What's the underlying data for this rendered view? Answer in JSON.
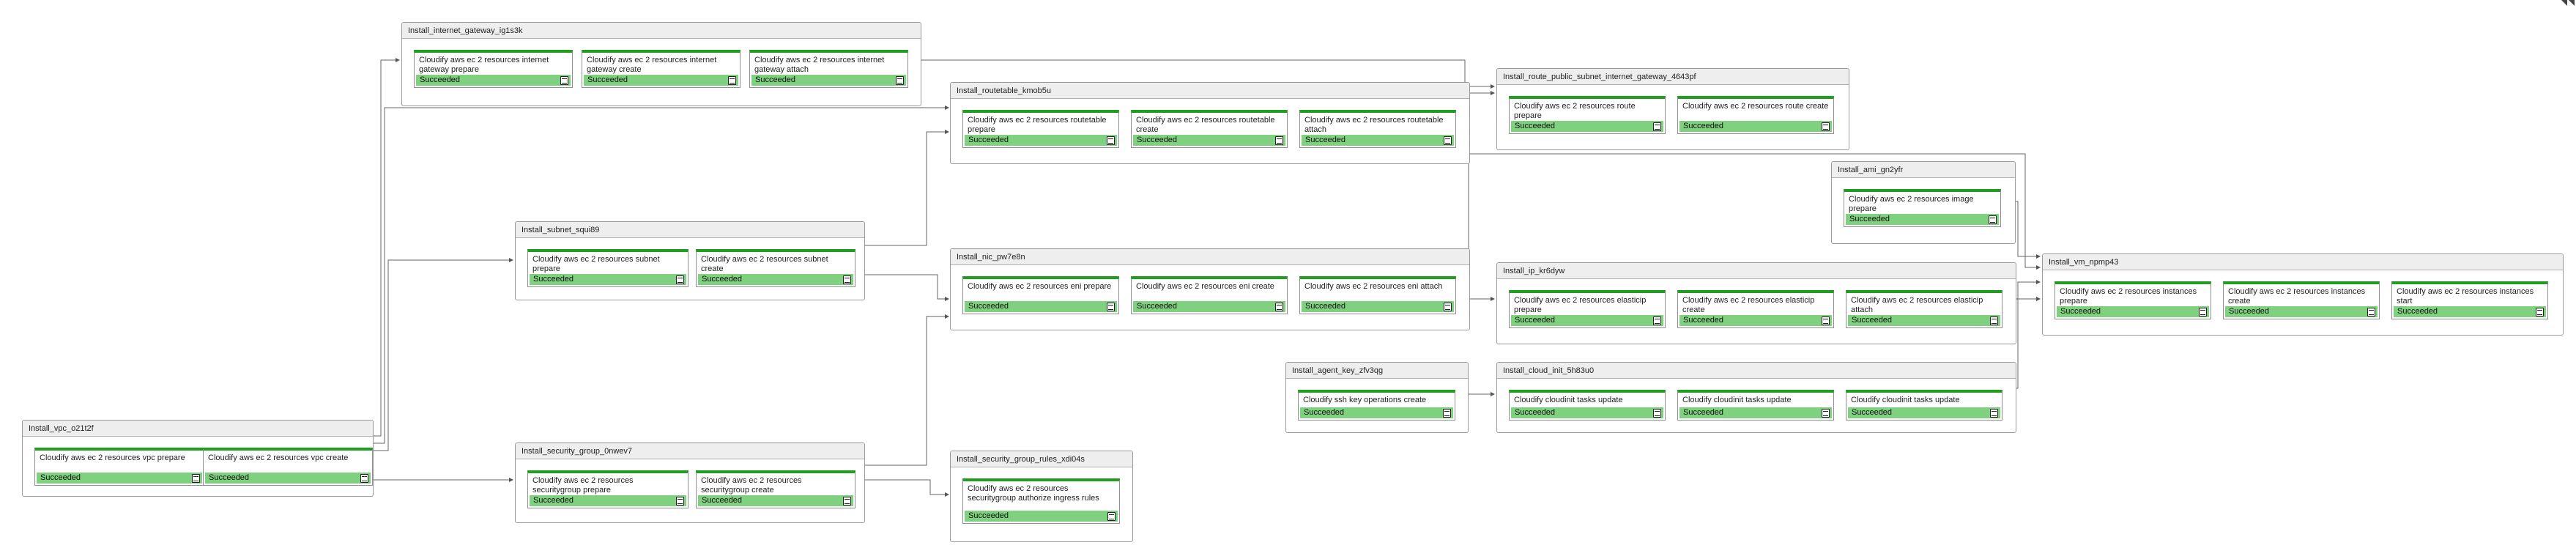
{
  "status_label": "Succeeded",
  "groups": [
    {
      "id": "vpc",
      "name": "Install_vpc_o21t2f",
      "tasks": [
        "Cloudify aws ec 2 resources vpc prepare",
        "Cloudify aws ec 2 resources vpc create"
      ]
    },
    {
      "id": "igw",
      "name": "Install_internet_gateway_ig1s3k",
      "tasks": [
        "Cloudify aws ec 2 resources internet gateway prepare",
        "Cloudify aws ec 2 resources internet gateway create",
        "Cloudify aws ec 2 resources internet gateway attach"
      ]
    },
    {
      "id": "subnet",
      "name": "Install_subnet_squi89",
      "tasks": [
        "Cloudify aws ec 2 resources subnet prepare",
        "Cloudify aws ec 2 resources subnet create"
      ]
    },
    {
      "id": "sg",
      "name": "Install_security_group_0nwev7",
      "tasks": [
        "Cloudify aws ec 2 resources securitygroup prepare",
        "Cloudify aws ec 2 resources securitygroup create"
      ]
    },
    {
      "id": "rt",
      "name": "Install_routetable_kmob5u",
      "tasks": [
        "Cloudify aws ec 2 resources routetable prepare",
        "Cloudify aws ec 2 resources routetable create",
        "Cloudify aws ec 2 resources routetable attach"
      ]
    },
    {
      "id": "nic",
      "name": "Install_nic_pw7e8n",
      "tasks": [
        "Cloudify aws ec 2 resources eni prepare",
        "Cloudify aws ec 2 resources eni create",
        "Cloudify aws ec 2 resources eni attach"
      ]
    },
    {
      "id": "sgr",
      "name": "Install_security_group_rules_xdi04s",
      "tasks": [
        "Cloudify aws ec 2 resources securitygroup authorize ingress rules"
      ]
    },
    {
      "id": "route",
      "name": "Install_route_public_subnet_internet_gateway_4643pf",
      "tasks": [
        "Cloudify aws ec 2 resources route prepare",
        "Cloudify aws ec 2 resources route create"
      ]
    },
    {
      "id": "ip",
      "name": "Install_ip_kr6dyw",
      "tasks": [
        "Cloudify aws ec 2 resources elasticip prepare",
        "Cloudify aws ec 2 resources elasticip create",
        "Cloudify aws ec 2 resources elasticip attach"
      ]
    },
    {
      "id": "key",
      "name": "Install_agent_key_zfv3qg",
      "tasks": [
        "Cloudify ssh key operations create"
      ]
    },
    {
      "id": "init",
      "name": "Install_cloud_init_5h83u0",
      "tasks": [
        "Cloudify cloudinit tasks update",
        "Cloudify cloudinit tasks update",
        "Cloudify cloudinit tasks update"
      ]
    },
    {
      "id": "ami",
      "name": "Install_ami_gn2yfr",
      "tasks": [
        "Cloudify aws ec 2 resources image prepare"
      ]
    },
    {
      "id": "vm",
      "name": "Install_vm_npmp43",
      "tasks": [
        "Cloudify aws ec 2 resources instances prepare",
        "Cloudify aws ec 2 resources instances create",
        "Cloudify aws ec 2 resources instances start"
      ]
    }
  ]
}
